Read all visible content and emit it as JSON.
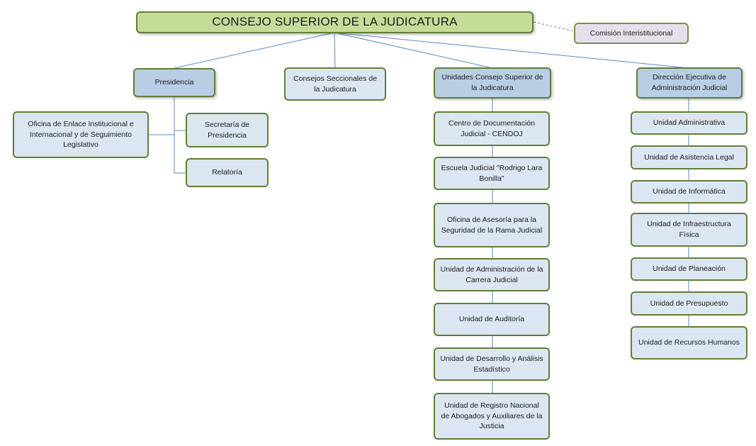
{
  "org_chart": {
    "top": "CONSEJO SUPERIOR DE LA JUDICATURA",
    "side_note": "Comisión Interistitucional",
    "branches": {
      "presidencia": {
        "head": "Presidencia",
        "left_unit": "Oficina de Enlace Institucional e Internacional y de Seguimiento Legislativo",
        "units": [
          "Secretaría de Presidencia",
          "Relatoría"
        ]
      },
      "seccionales": {
        "head": "Consejos Seccionales de la Judicatura"
      },
      "unidades": {
        "head": "Unidades Consejo Superior de la Judicatura",
        "units": [
          "Centro de Documentación Judicial - CENDOJ",
          "Escuela Judicial \"Rodrigo Lara Bonilla\"",
          "Oficina de Asesoría para la Seguridad de la Rama Judicial",
          "Unidad de Administración de la Carrera Judicial",
          "Unidad de Auditoría",
          "Unidad de Desarrollo y Análisis Estadístico",
          "Unidad de Registro Nacional de Abogados y Auxiliares de la Justicia"
        ]
      },
      "direccion": {
        "head": "Dirección Ejecutiva de Administración Judicial",
        "units": [
          "Unidad Administrativa",
          "Unidad de Asistencia Legal",
          "Unidad de Informática",
          "Unidad de Infraestructura Física",
          "Unidad de Planeación",
          "Unidad de Presupuesto",
          "Unidad de Recursos Humanos"
        ]
      }
    },
    "colors": {
      "top_fill": "#c5dc98",
      "head_fill": "#b9cde4",
      "unit_fill": "#dce6f2",
      "note_fill": "#e5dfec",
      "border": "#5f7f36",
      "connector": "#5b8ac0"
    }
  }
}
